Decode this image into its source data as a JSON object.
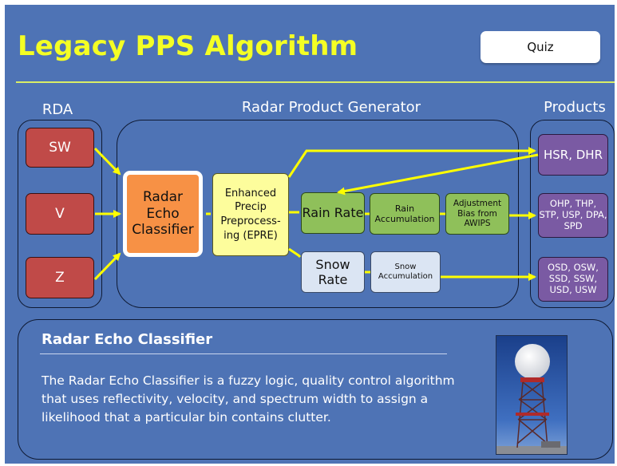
{
  "title": "Legacy PPS Algorithm",
  "quiz_button": "Quiz",
  "diagram": {
    "rda_label": "RDA",
    "rpg_label": "Radar Product Generator",
    "products_label": "Products",
    "rda_items": [
      "SW",
      "V",
      "Z"
    ],
    "rec": "Radar Echo Classifier",
    "epre": "Enhanced Precip Preprocess-ing (EPRE)",
    "rain_rate": "Rain Rate",
    "rain_accumulation": "Rain Accumulation",
    "adjustment": "Adjustment Bias from AWIPS",
    "snow_rate": "Snow Rate",
    "snow_accumulation": "Snow Accumulation",
    "products": {
      "hsr": "HSR, DHR",
      "ohp": "OHP, THP, STP, USP, DPA, SPD",
      "osd": "OSD, OSW, SSD, SSW, USD, USW"
    }
  },
  "info": {
    "heading": "Radar Echo Classifier",
    "body": "The Radar Echo Classifier is a fuzzy logic, quality control algorithm that uses reflectivity, velocity, and spectrum width to assign a likelihood that a particular bin contains clutter."
  },
  "colors": {
    "background": "#4e73b5",
    "title": "#f4ff24",
    "arrow": "#ffff00",
    "rda_box": "#c04a48",
    "classifier": "#f79145",
    "epre": "#fdfd9c",
    "rain": "#8fc05a",
    "snow": "#dbe5f3",
    "products": "#7a5aa3"
  }
}
